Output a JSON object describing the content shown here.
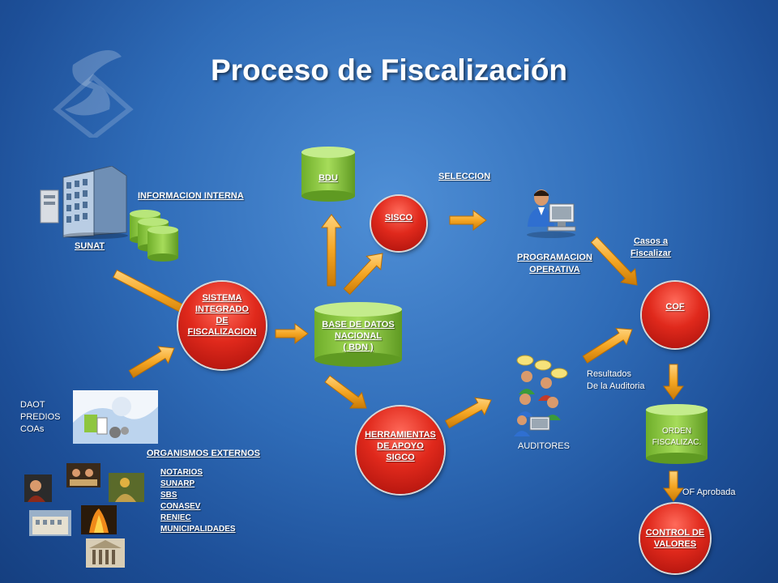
{
  "title": "Proceso de Fiscalización",
  "labels": {
    "sunat": "SUNAT",
    "informacion_interna": "INFORMACION INTERNA",
    "seleccion": "SELECCION",
    "casos_a_fiscalizar": "Casos a\nFiscalizar",
    "programacion_operativa": "PROGRAMACION\nOPERATIVA",
    "resultados_auditoria": "Resultados\nDe la Auditoria",
    "auditores": "AUDITORES",
    "of_aprobada": "OF Aprobada",
    "organismos_externos": "ORGANISMOS EXTERNOS",
    "daot_predios_coas": "DAOT\nPREDIOS\nCOAs"
  },
  "nodes": {
    "bdu": "BDU",
    "sisco": "SISCO",
    "sistema_integrado": "SISTEMA\nINTEGRADO\nDE\nFISCALIZACION",
    "bdn": "BASE DE DATOS\nNACIONAL\n( BDN )",
    "herramientas": "HERRAMIENTAS\nDE APOYO\nSIGCO",
    "cof": "COF",
    "orden_fiscalizac": "ORDEN\nFISCALIZAC.",
    "control_valores": "CONTROL DE\nVALORES"
  },
  "external_orgs": [
    "NOTARIOS",
    "SUNARP",
    "SBS",
    "CONASEV",
    "RENIEC",
    "MUNICIPALIDADES"
  ],
  "colors": {
    "background": "#2f6cb8",
    "red_node": "#e0291c",
    "green_cylinder": "#8cc63f",
    "arrow": "#f5a623"
  }
}
